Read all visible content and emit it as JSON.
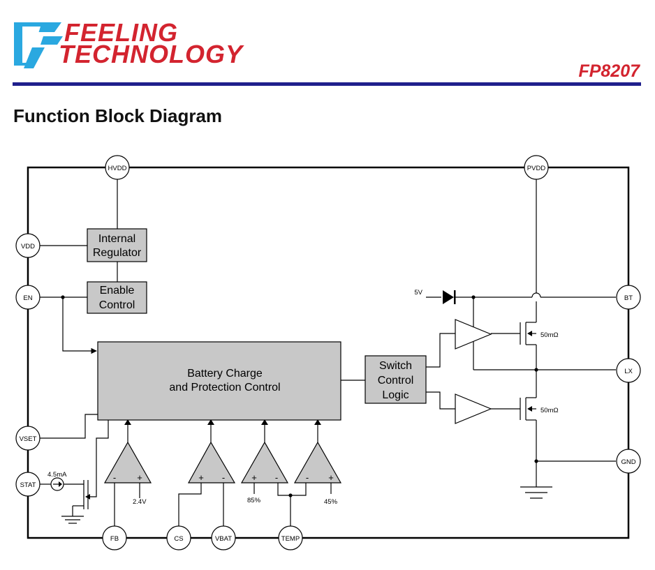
{
  "header": {
    "company_line1": "FEELING",
    "company_line2": "TECHNOLOGY",
    "part_number": "FP8207"
  },
  "page_title": "Function Block Diagram",
  "colors": {
    "brand_red": "#d3242f",
    "rule_blue": "#1f1f8c",
    "block_gray": "#c8c8c8",
    "logo_blue": "#2aa8e0"
  },
  "diagram": {
    "pins": {
      "hvdd": "HVDD",
      "pvdd": "PVDD",
      "vdd": "VDD",
      "en": "EN",
      "bt": "BT",
      "lx": "LX",
      "vset": "VSET",
      "stat": "STAT",
      "gnd": "GND",
      "fb": "FB",
      "cs": "CS",
      "vbat": "VBAT",
      "temp": "TEMP"
    },
    "blocks": {
      "internal_regulator": [
        "Internal",
        "Regulator"
      ],
      "enable_control": [
        "Enable",
        "Control"
      ],
      "battery_charge": [
        "Battery Charge",
        "and Protection Control"
      ],
      "switch_control": [
        "Switch",
        "Control",
        "Logic"
      ]
    },
    "labels": {
      "supply_5v": "5V",
      "rds_high": "50mΩ",
      "rds_low": "50mΩ",
      "current_source": "4.5mA",
      "ref_fb": "2.4V",
      "ref_85": "85%",
      "ref_45": "45%",
      "minus": "-",
      "plus": "+"
    }
  }
}
